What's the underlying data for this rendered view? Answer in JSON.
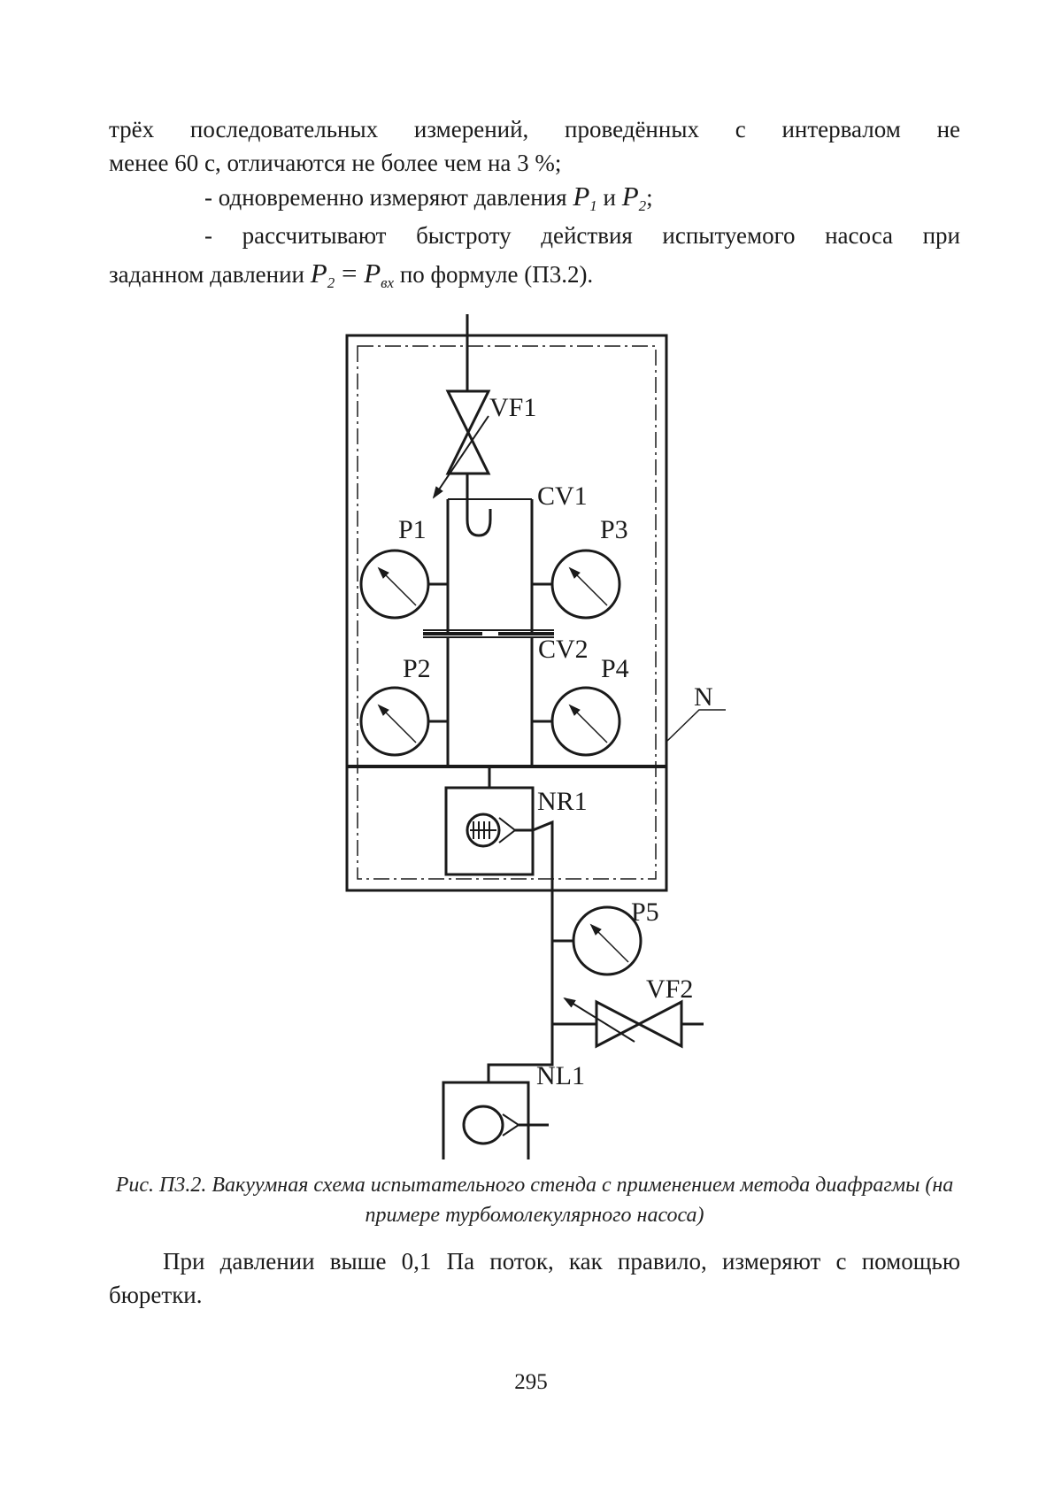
{
  "text": {
    "line1": "трёх последовательных измерений, проведённых с интервалом не",
    "line2": "менее 60 с, отличаются не более чем на 3 %;",
    "line3_prefix": "- одновременно измеряют давления",
    "line3_and": "и",
    "line3_suffix": ";",
    "line4": "- рассчитывают быстроту действия испытуемого насоса при",
    "line5_prefix": "заданном давлении",
    "line5_suffix": "по формуле (П3.2).",
    "var_p": "P",
    "var_p1_sub": "1",
    "var_p2_sub": "2",
    "var_equals": "=",
    "var_pvx_sub": "вх",
    "after_para": "При давлении выше 0,1 Па поток, как правило, измеряют с помощью бюретки."
  },
  "figure": {
    "labels": {
      "vf1": "VF1",
      "cv1": "CV1",
      "p1": "P1",
      "p2": "P2",
      "p3": "P3",
      "p4": "P4",
      "cv2": "CV2",
      "n": "N",
      "nr1": "NR1",
      "p5": "P5",
      "vf2": "VF2",
      "nl1": "NL1"
    },
    "caption": "Рис. П3.2. Вакуумная схема испытательного стенда с применением метода диафрагмы (на примере турбомолекулярного насоса)"
  },
  "page_number": "295"
}
